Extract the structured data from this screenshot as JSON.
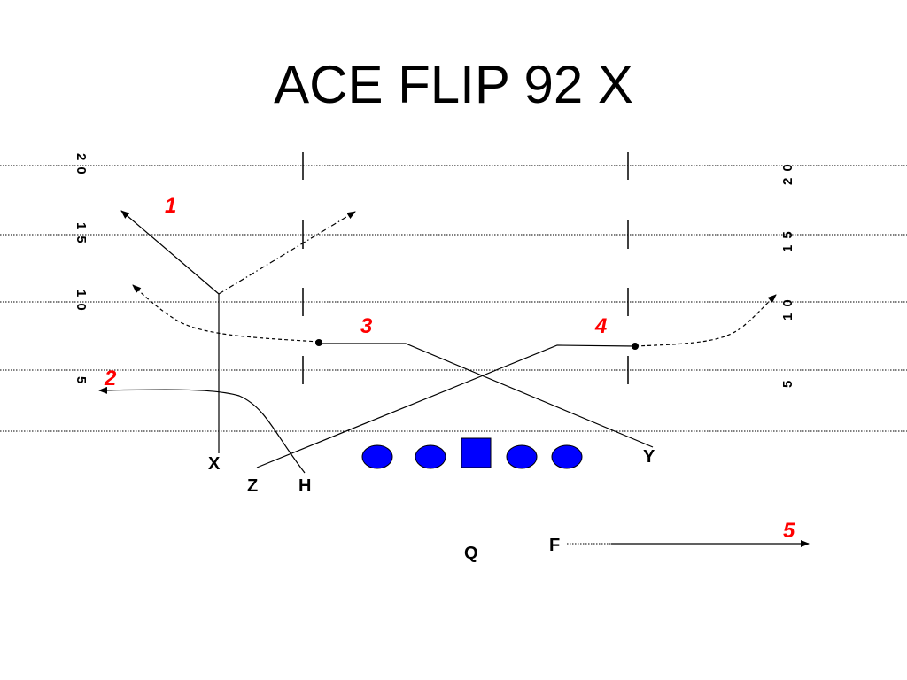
{
  "title": "ACE FLIP 92 X",
  "yard_numbers": [
    "20",
    "15",
    "10",
    "5"
  ],
  "players": {
    "x": "X",
    "z": "Z",
    "h": "H",
    "y": "Y",
    "q": "Q",
    "f": "F"
  },
  "route_numbers": [
    "1",
    "2",
    "3",
    "4",
    "5"
  ],
  "colors": {
    "lineman_fill": "#0000ff",
    "route_number": "#ff0000",
    "ink": "#000000"
  }
}
